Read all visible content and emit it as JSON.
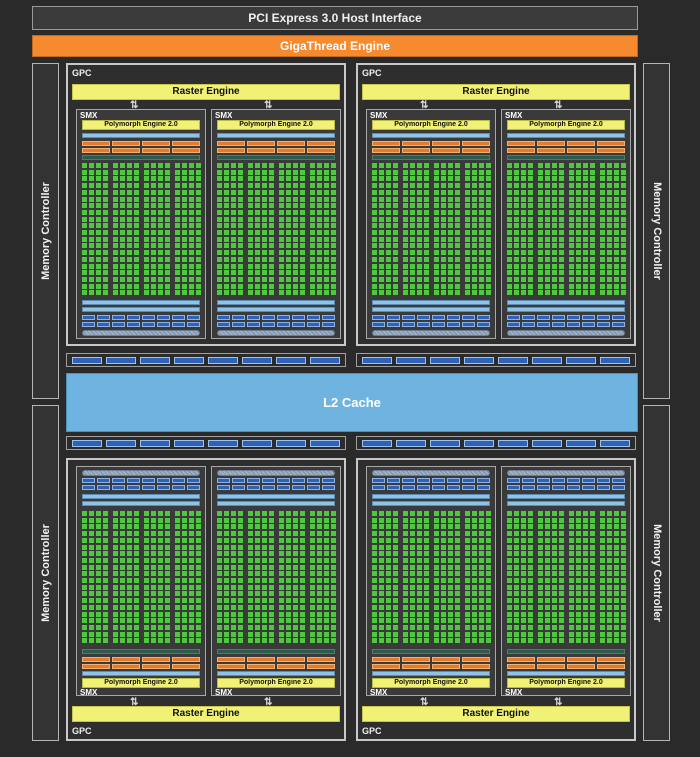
{
  "host_interface": "PCI Express 3.0 Host Interface",
  "gigathread": "GigaThread Engine",
  "l2_cache": "L2 Cache",
  "memory_controller": "Memory Controller",
  "gpc_label": "GPC",
  "raster_engine": "Raster Engine",
  "smx_label": "SMX",
  "polymorph_engine": "Polymorph Engine 2.0",
  "arrow_glyph": "⇅",
  "colors": {
    "chip_bg": "#2a2a2a",
    "giga": "#f58a2f",
    "raster": "#f1f175",
    "l2": "#6fb4e1",
    "core": "#4ec83e",
    "unit": "#2e62b6"
  }
}
